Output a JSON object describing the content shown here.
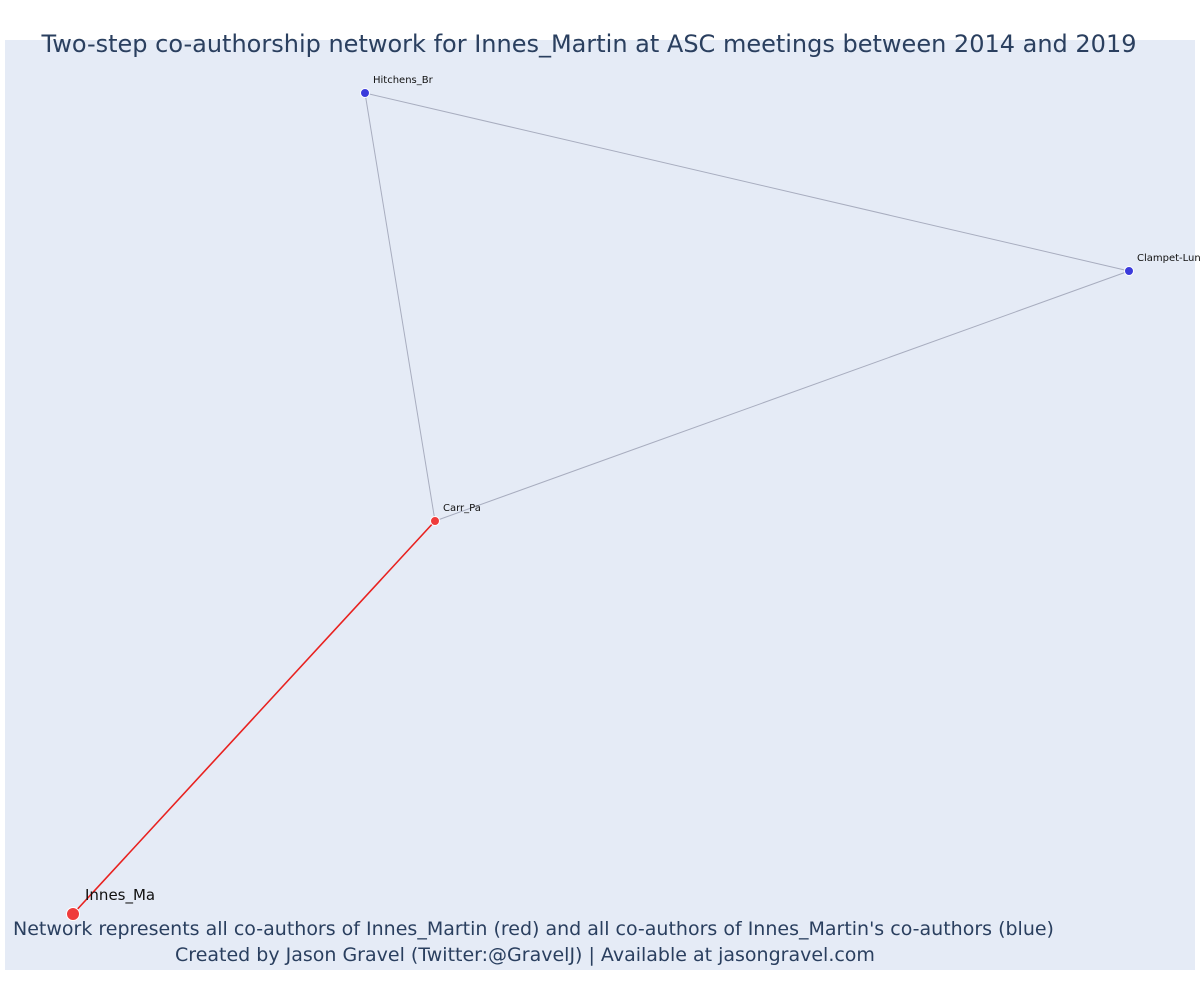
{
  "title": "Two-step co-authorship network for Innes_Martin at ASC meetings between 2014 and 2019",
  "caption": "Network represents all co-authors of Innes_Martin (red) and all co-authors of Innes_Martin's co-authors (blue)",
  "credit": "Created by Jason Gravel (Twitter:@GravelJ) | Available at jasongravel.com",
  "colors": {
    "background": "#e5ebf6",
    "red_node": "#ef3b3b",
    "blue_node": "#3b3bdb",
    "red_edge": "#e8211f",
    "grey_edge": "#a8adbf"
  },
  "nodes": [
    {
      "id": "innes",
      "label": "Innes_Ma",
      "group": "focal"
    },
    {
      "id": "carr",
      "label": "Carr_Pa",
      "group": "red"
    },
    {
      "id": "hitchens",
      "label": "Hitchens_Br",
      "group": "blue"
    },
    {
      "id": "clampet",
      "label": "Clampet-Lun",
      "group": "blue"
    }
  ],
  "edges": [
    {
      "source": "innes",
      "target": "carr",
      "type": "red"
    },
    {
      "source": "carr",
      "target": "hitchens",
      "type": "grey"
    },
    {
      "source": "carr",
      "target": "clampet",
      "type": "grey"
    },
    {
      "source": "hitchens",
      "target": "clampet",
      "type": "grey"
    }
  ]
}
